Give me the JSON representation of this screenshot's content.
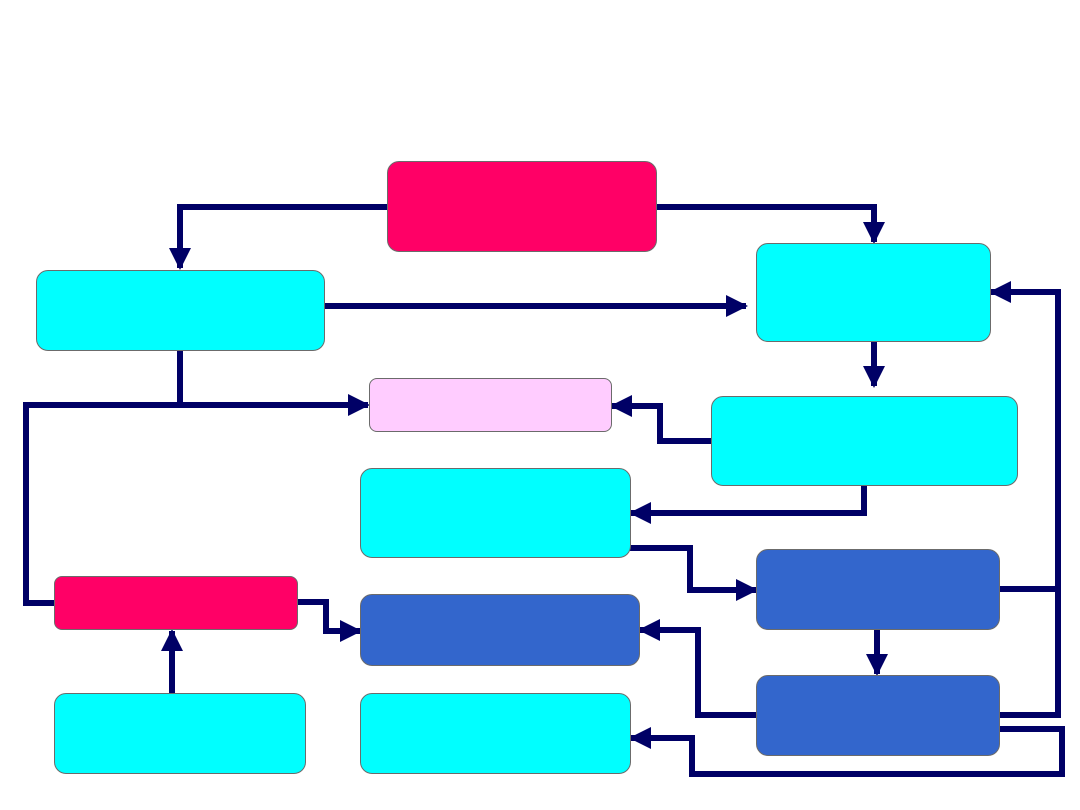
{
  "diagram": {
    "colors": {
      "connector": "#000066",
      "crimson": "#ff0066",
      "cyan": "#00ffff",
      "blue": "#3366cc",
      "pink": "#ffccff",
      "border": "#6b6b6b"
    },
    "nodes": {
      "top_red": {
        "label": "",
        "color": "crimson"
      },
      "left_cyan": {
        "label": "",
        "color": "cyan"
      },
      "right_cyan_top": {
        "label": "",
        "color": "cyan"
      },
      "pink_center": {
        "label": "",
        "color": "pink"
      },
      "right_cyan_mid": {
        "label": "",
        "color": "cyan"
      },
      "center_cyan": {
        "label": "",
        "color": "cyan"
      },
      "left_red": {
        "label": "",
        "color": "crimson"
      },
      "center_blue": {
        "label": "",
        "color": "blue"
      },
      "right_blue_upper": {
        "label": "",
        "color": "blue"
      },
      "right_blue_lower": {
        "label": "",
        "color": "blue"
      },
      "bottom_left_cyan": {
        "label": "",
        "color": "cyan"
      },
      "bottom_center_cyan": {
        "label": "",
        "color": "cyan"
      }
    },
    "connections": [
      {
        "from": "top_red",
        "to": "left_cyan"
      },
      {
        "from": "top_red",
        "to": "right_cyan_top"
      },
      {
        "from": "left_cyan",
        "to": "right_cyan_top"
      },
      {
        "from": "left_cyan",
        "to": "pink_center"
      },
      {
        "from": "left_red",
        "to": "pink_center"
      },
      {
        "from": "right_cyan_top",
        "to": "right_cyan_mid"
      },
      {
        "from": "right_cyan_mid",
        "to": "pink_center"
      },
      {
        "from": "right_cyan_mid",
        "to": "center_cyan"
      },
      {
        "from": "center_cyan",
        "to": "right_blue_upper"
      },
      {
        "from": "right_blue_upper",
        "to": "right_cyan_top"
      },
      {
        "from": "right_blue_upper",
        "to": "right_blue_lower"
      },
      {
        "from": "right_blue_lower",
        "to": "center_blue"
      },
      {
        "from": "right_blue_lower",
        "to": "bottom_center_cyan"
      },
      {
        "from": "left_red",
        "to": "center_blue"
      },
      {
        "from": "bottom_left_cyan",
        "to": "left_red"
      }
    ]
  }
}
